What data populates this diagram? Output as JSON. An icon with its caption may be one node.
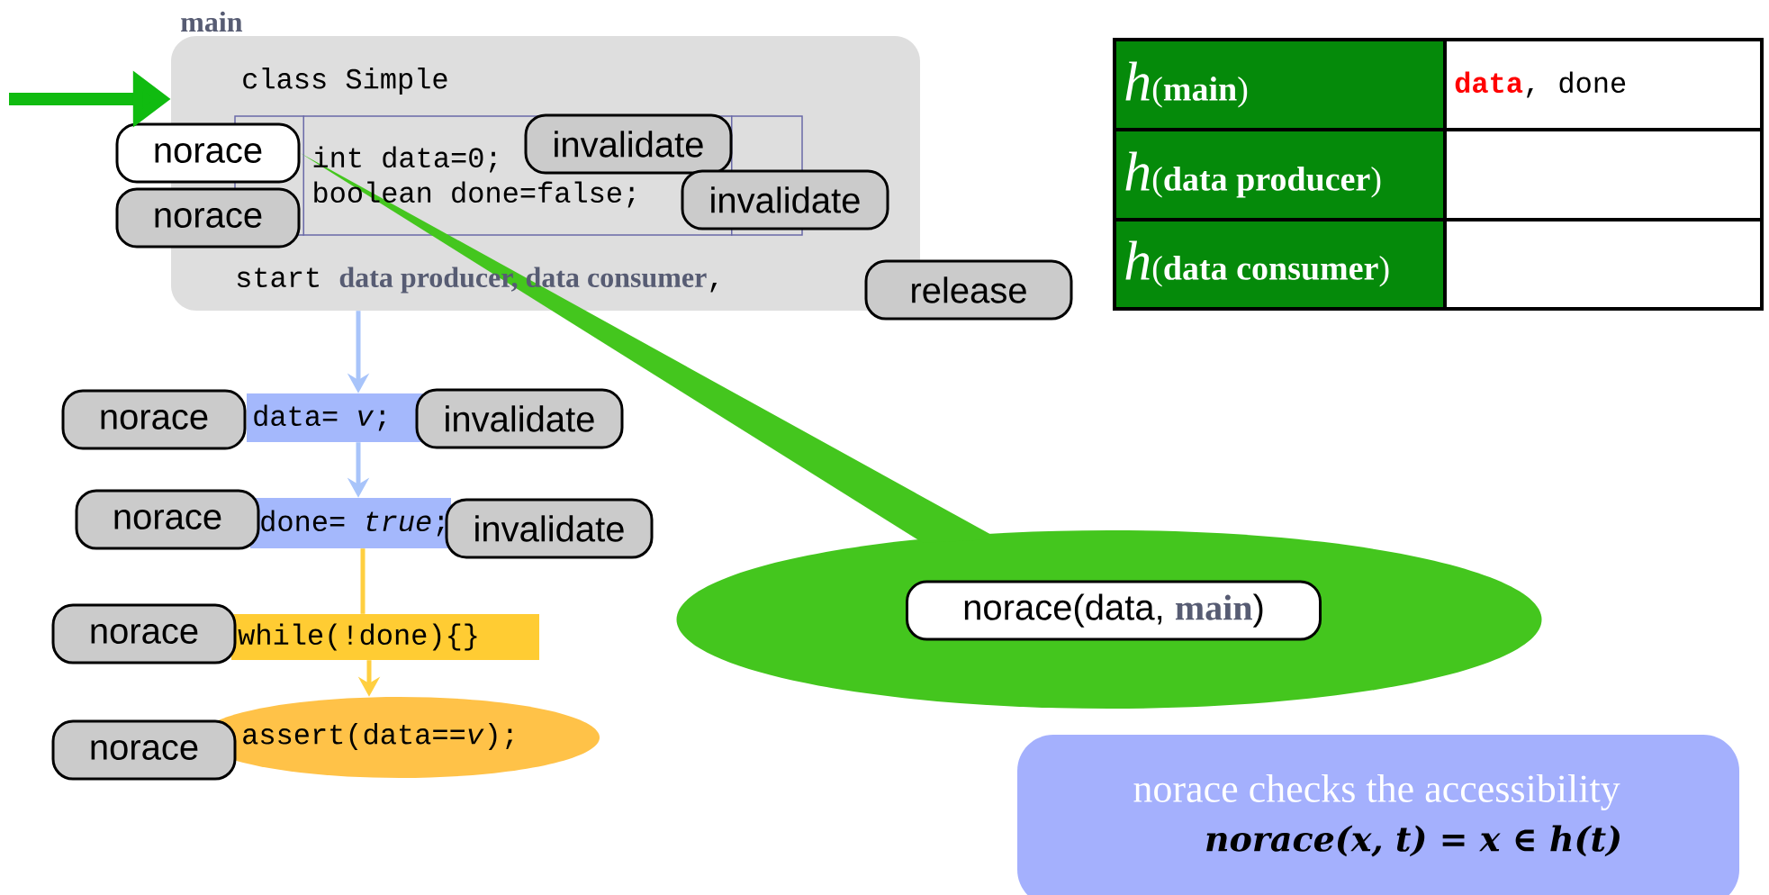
{
  "diagram": {
    "nodes": [
      {
        "text": [
          "main",
          "class Simple",
          "start **data producer, data consumer**,"
        ]
      },
      {
        "text": [
          "int data=0;",
          "boolean done=false;"
        ],
        "in": 0
      },
      {
        "text": [
          "norace"
        ]
      },
      {
        "text": [
          "norace"
        ]
      },
      {
        "text": [
          "invalidate"
        ],
        "in": 1
      },
      {
        "text": [
          "invalidate"
        ],
        "in": 0
      },
      {
        "text": [
          "release"
        ]
      },
      {
        "text": [
          "data= *v*;"
        ]
      },
      {
        "text": [
          "norace"
        ]
      },
      {
        "text": [
          "invalidate"
        ]
      },
      {
        "text": [
          "done= *true*;"
        ]
      },
      {
        "text": [
          "norace"
        ]
      },
      {
        "text": [
          "invalidate"
        ]
      },
      {
        "text": [
          "while(!done){}"
        ]
      },
      {
        "text": [
          "norace"
        ]
      },
      {
        "text": [
          "assert(data==*v*);"
        ]
      },
      {
        "text": [
          "norace"
        ]
      },
      {
        "text": [],
        "shape": "ellipse"
      },
      {
        "text": [
          "norace(data, **main**)"
        ],
        "in": 17
      },
      {
        "text": [
          "norace checks the accessibility",
          "norace(x, t) = x ∈ h(t)"
        ]
      }
    ],
    "edges": [
      {
        "from": 0,
        "to": 7,
        "arrow": "to",
        "color": "#a8c4fa"
      },
      {
        "from": 7,
        "to": 10,
        "arrow": "to",
        "color": "#a8c4fa"
      },
      {
        "from": 10,
        "to": 13,
        "arrow": "none",
        "color": "#ffcf40"
      },
      {
        "from": 13,
        "to": 15,
        "arrow": "to",
        "color": "#ffcf40"
      },
      {
        "from": 17,
        "to": 2,
        "arrow": "none",
        "style": "thick",
        "color": "#44c61e"
      },
      {
        "from": null,
        "to": 0,
        "arrow": "to",
        "style": "thick",
        "color": "#10bb10"
      }
    ],
    "labels": [
      "*h*(**main**)",
      "**data**, done",
      "*h*(**data producer**)",
      "*h*(**data consumer**)"
    ]
  }
}
